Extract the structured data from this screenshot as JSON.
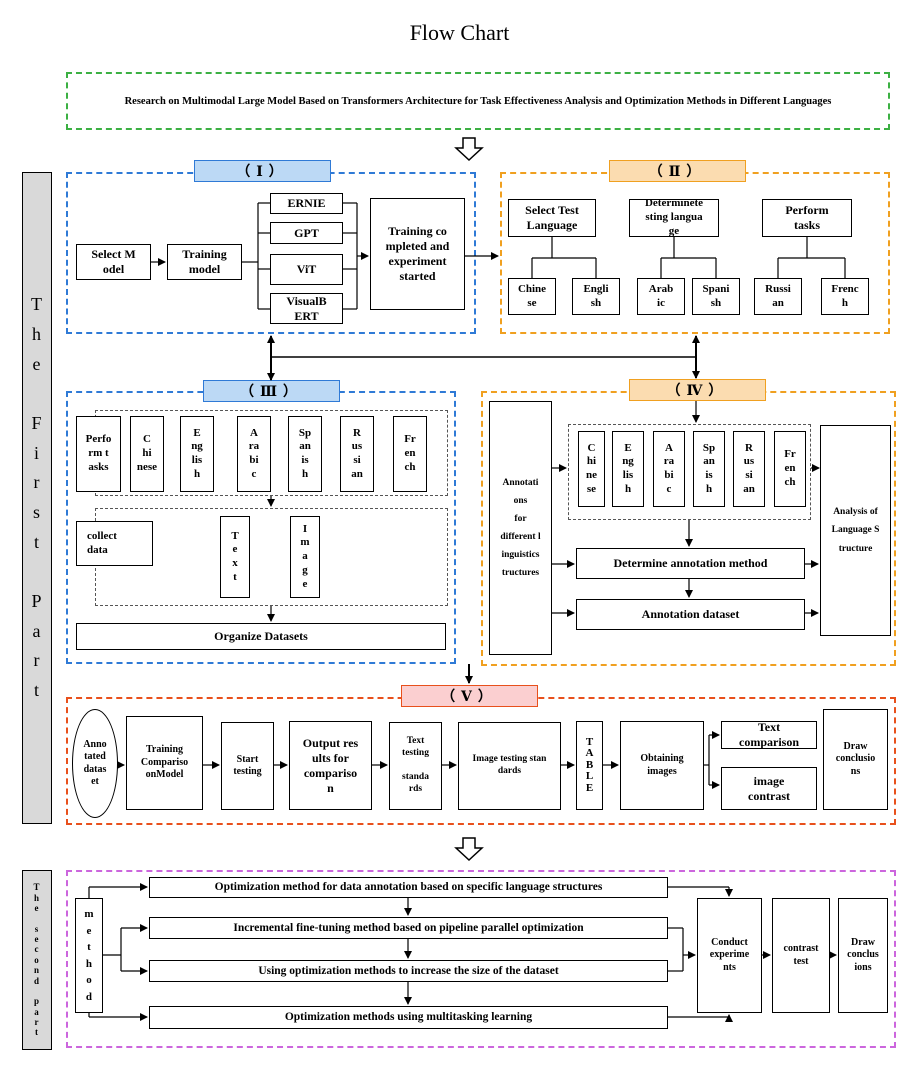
{
  "title": "Flow Chart",
  "research_title": "Research on Multimodal Large Model Based on Transformers Architecture for Task Effectiveness Analysis and Optimization Methods in Different Languages",
  "side_labels": {
    "first": "T\nh\ne\n\nF\ni\nr\ns\nt\n\nP\na\nr\nt",
    "second": "T\nh\ne\n\ns\ne\nc\no\nn\nd\n\np\na\nr\nt"
  },
  "section1": {
    "tag": "（Ⅰ）",
    "select_model": "Select M\nodel",
    "training_model": "Training\nmodel",
    "models": [
      "ERNIE",
      "GPT",
      "ViT",
      "VisualB\nERT"
    ],
    "completed": "Training co\nmpleted and\nexperiment\nstarted"
  },
  "section2": {
    "tag": "（Ⅱ）",
    "select_test_language": "Select Test\nLanguage",
    "determine_testing_language": "Determinete\nsting langua\nge",
    "perform_tasks": "Perform\ntasks",
    "languages": [
      "Chine\nse",
      "Engli\nsh",
      "Arab\nic",
      "Spani\nsh",
      "Russi\nan",
      "Frenc\nh"
    ]
  },
  "section3": {
    "tag": "（Ⅲ）",
    "perform_tasks": "Perfo\nrm t\nasks",
    "languages": [
      "C\nhi\nnese",
      "E\nng\nlis\nh",
      "A\nra\nbi\nc",
      "Sp\nan\nis\nh",
      "R\nus\nsi\nan",
      "Fr\nen\nch"
    ],
    "collect_data": "collect\ndata",
    "text": "T\ne\nx\nt",
    "image": "I\nm\na\ng\ne",
    "organize": "Organize Datasets"
  },
  "section4": {
    "tag": "（Ⅳ）",
    "annotations": "Annotati\nons\nfor\ndifferent l\ninguistics\ntructures",
    "languages": [
      "C\nhi\nne\nse",
      "E\nng\nlis\nh",
      "A\nra\nbi\nc",
      "Sp\nan\nis\nh",
      "R\nus\nsi\nan",
      "Fr\nen\nch"
    ],
    "analysis": "Analysis of\nLanguage S\ntructure",
    "determine_annotation": "Determine annotation method",
    "annotation_dataset": "Annotation dataset"
  },
  "section5": {
    "tag": "（Ⅴ）",
    "annotated_dataset": "Anno\ntated\ndatas\net",
    "training_comparison": "Training\nCompariso\nonModel",
    "start_testing": "Start\ntesting",
    "output_results": "Output res\nults for\ncompariso\nn",
    "text_testing": "Text\ntesting\n\nstanda\nrds",
    "image_testing": "Image testing stan\ndards",
    "table": "T\nA\nB\nL\nE",
    "obtaining_images": "Obtaining\nimages",
    "text_comparison": "Text\ncomparison",
    "image_contrast": "image\ncontrast",
    "draw_conclusions": "Draw\nconclusio\nns"
  },
  "part2": {
    "method": "m\ne\nt\nh\no\nd",
    "optimizations": [
      "Optimization method for data annotation based on specific language structures",
      "Incremental fine-tuning method based on pipeline parallel optimization",
      "Using optimization methods to increase the size of the dataset",
      "Optimization methods using multitasking learning"
    ],
    "conduct_experiments": "Conduct\nexperime\nnts",
    "contrast_test": "contrast\ntest",
    "draw_conclusions": "Draw\nconclus\nions"
  },
  "colors": {
    "green_dash": "#3cb043",
    "blue_dash": "#2f7ad6",
    "orange_dash": "#f0a020",
    "red_dash": "#e8501c",
    "purple_dash": "#cc66dd",
    "blue_tag": "#bcd9f5",
    "orange_tag": "#fbdcb0",
    "pink_tag": "#fbcfd0",
    "side_gray": "#d9d9d9"
  }
}
